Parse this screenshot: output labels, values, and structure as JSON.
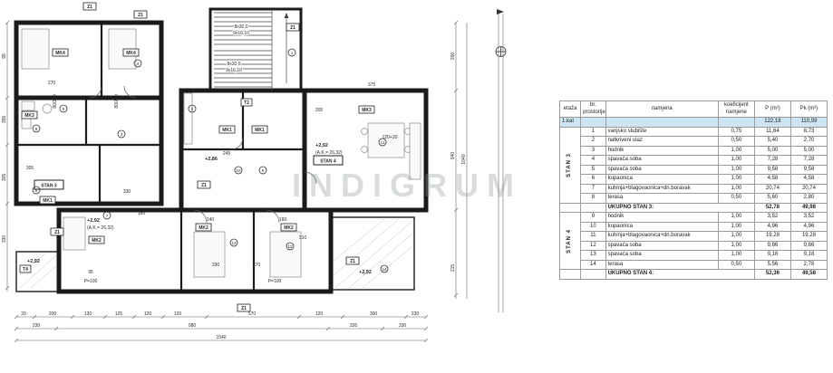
{
  "watermark": "INDIGRUM",
  "plan": {
    "stairs": {
      "run1": "8x30,0",
      "rise1": "9x16,10",
      "run2": "8x30,0",
      "rise2": "9x16,10"
    },
    "labels": {
      "z1": "Z1",
      "t2": "T2",
      "t4": "T4",
      "stan3": "STAN 3",
      "stan4": "STAN 4",
      "mk1": "MK1",
      "mk2": "MK2",
      "mk3": "MK3",
      "mk4": "MK4",
      "lvl292": "+2,92",
      "lvl286": "+2,86",
      "ak": "(A.K.= 26,32)",
      "door": "80/210",
      "p100": "P=100"
    },
    "room_numbers": [
      "1",
      "2",
      "3",
      "4",
      "5",
      "6",
      "7",
      "8",
      "9",
      "10",
      "11",
      "12",
      "13",
      "14"
    ],
    "dims": {
      "bottom1": [
        "20",
        "200",
        "120",
        "125",
        "120",
        "120",
        "570",
        "120",
        "300",
        "230"
      ],
      "bottom2": [
        "230",
        "980",
        "326",
        "330"
      ],
      "bottom3": [
        "1540"
      ],
      "left": [
        "95",
        "355",
        "305",
        "330"
      ],
      "right": [
        "200",
        "940",
        "215"
      ],
      "right2": [
        "1040"
      ],
      "inner": [
        "270",
        "375",
        "305",
        "330",
        "180",
        "160",
        "140",
        "310",
        "290",
        "270",
        "95",
        "245",
        "205",
        "120+20"
      ]
    }
  },
  "table": {
    "highlight_color": "#cde4f2",
    "headers": [
      "etaža",
      "br. prostorije",
      "namjena",
      "koeficijent namjene",
      "P (m²)",
      "Pk (m²)"
    ],
    "floor": {
      "label": "1.kat",
      "p": "122,18",
      "pk": "110,99"
    },
    "sections": [
      {
        "group": "STAN 3",
        "rows": [
          [
            "1",
            "vanjsko stubište",
            "0,75",
            "11,64",
            "8,73"
          ],
          [
            "2",
            "natkriveni ulaz",
            "0,50",
            "5,40",
            "2,70"
          ],
          [
            "3",
            "hodnik",
            "1,00",
            "5,00",
            "5,00"
          ],
          [
            "4",
            "spavaća soba",
            "1,00",
            "7,28",
            "7,28"
          ],
          [
            "5",
            "spavaća soba",
            "1,00",
            "9,58",
            "9,58"
          ],
          [
            "6",
            "kupaonica",
            "1,00",
            "4,58",
            "4,58"
          ],
          [
            "7",
            "kuhinja+blagovaonica+dn.boravak",
            "1,00",
            "20,74",
            "20,74"
          ],
          [
            "8",
            "terasa",
            "0,50",
            "5,60",
            "2,80"
          ]
        ],
        "total": {
          "label": "UKUPNO STAN 3:",
          "p": "52,78",
          "pk": "49,98"
        }
      },
      {
        "group": "STAN 4",
        "rows": [
          [
            "9",
            "hodnik",
            "1,00",
            "3,52",
            "3,52"
          ],
          [
            "10",
            "kupaonica",
            "1,00",
            "4,96",
            "4,96"
          ],
          [
            "11",
            "kuhinja+blagovaonica+dn.boravak",
            "1,00",
            "19,28",
            "19,28"
          ],
          [
            "12",
            "spavaća soba",
            "1,00",
            "9,86",
            "9,86"
          ],
          [
            "13",
            "spavaća soba",
            "1,00",
            "9,18",
            "9,18"
          ],
          [
            "14",
            "terasa",
            "0,50",
            "5,56",
            "2,78"
          ]
        ],
        "total": {
          "label": "UKUPNO STAN 4:",
          "p": "52,36",
          "pk": "49,58"
        }
      }
    ]
  }
}
